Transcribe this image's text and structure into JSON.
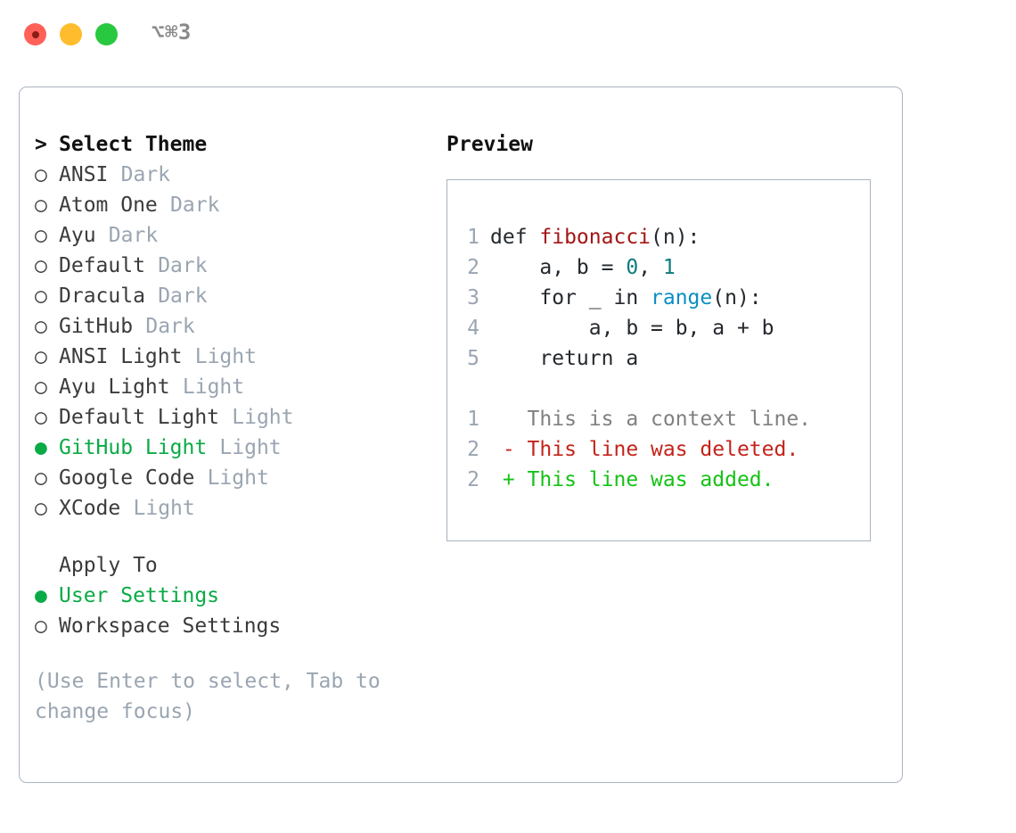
{
  "window": {
    "shortcut": "⌥⌘3",
    "traffic_lights": [
      {
        "name": "close",
        "color": "#ff6159"
      },
      {
        "name": "minimize",
        "color": "#ffbd2e"
      },
      {
        "name": "maximize",
        "color": "#28c840"
      }
    ]
  },
  "theme_picker": {
    "title": "Select Theme",
    "title_marker": ">",
    "marker_unselected": "○",
    "marker_selected": "●",
    "items": [
      {
        "label": "ANSI",
        "suffix": "Dark",
        "selected": false
      },
      {
        "label": "Atom One",
        "suffix": "Dark",
        "selected": false
      },
      {
        "label": "Ayu",
        "suffix": "Dark",
        "selected": false
      },
      {
        "label": "Default",
        "suffix": "Dark",
        "selected": false
      },
      {
        "label": "Dracula",
        "suffix": "Dark",
        "selected": false
      },
      {
        "label": "GitHub",
        "suffix": "Dark",
        "selected": false
      },
      {
        "label": "ANSI Light",
        "suffix": "Light",
        "selected": false
      },
      {
        "label": "Ayu Light",
        "suffix": "Light",
        "selected": false
      },
      {
        "label": "Default Light",
        "suffix": "Light",
        "selected": false
      },
      {
        "label": "GitHub Light",
        "suffix": "Light",
        "selected": true
      },
      {
        "label": "Google Code",
        "suffix": "Light",
        "selected": false
      },
      {
        "label": "XCode",
        "suffix": "Light",
        "selected": false
      }
    ]
  },
  "apply_to": {
    "header": "Apply To",
    "options": [
      {
        "label": "User Settings",
        "selected": true
      },
      {
        "label": "Workspace Settings",
        "selected": false
      }
    ]
  },
  "hint": "(Use Enter to select, Tab to change focus)",
  "preview": {
    "title": "Preview",
    "code_lines": [
      {
        "lineno": "1",
        "tokens": [
          {
            "text": "def ",
            "type": "plain"
          },
          {
            "text": "fibonacci",
            "type": "fn"
          },
          {
            "text": "(n):",
            "type": "plain"
          }
        ]
      },
      {
        "lineno": "2",
        "tokens": [
          {
            "text": "    a, b = ",
            "type": "plain"
          },
          {
            "text": "0",
            "type": "num"
          },
          {
            "text": ", ",
            "type": "plain"
          },
          {
            "text": "1",
            "type": "num"
          }
        ]
      },
      {
        "lineno": "3",
        "tokens": [
          {
            "text": "    for _ in ",
            "type": "plain"
          },
          {
            "text": "range",
            "type": "call"
          },
          {
            "text": "(n):",
            "type": "plain"
          }
        ]
      },
      {
        "lineno": "4",
        "tokens": [
          {
            "text": "        a, b = b, a + b",
            "type": "plain"
          }
        ]
      },
      {
        "lineno": "5",
        "tokens": [
          {
            "text": "    return a",
            "type": "plain"
          }
        ]
      }
    ],
    "diff_lines": [
      {
        "lineno": "1",
        "marker": " ",
        "text": "This is a context line.",
        "kind": "context"
      },
      {
        "lineno": "2",
        "marker": "-",
        "text": "This line was deleted.",
        "kind": "deleted"
      },
      {
        "lineno": "2",
        "marker": "+",
        "text": "This line was added.",
        "kind": "added"
      }
    ]
  },
  "colors": {
    "selected_green": "#0aaa46",
    "muted": "#9aa5b1",
    "border": "#a9b4c0",
    "fn_red": "#a31515",
    "num_teal": "#0b7b7b",
    "call_blue": "#0b8ec4",
    "diff_del": "#c4231a",
    "diff_add": "#15c215",
    "diff_ctx": "#808080"
  }
}
